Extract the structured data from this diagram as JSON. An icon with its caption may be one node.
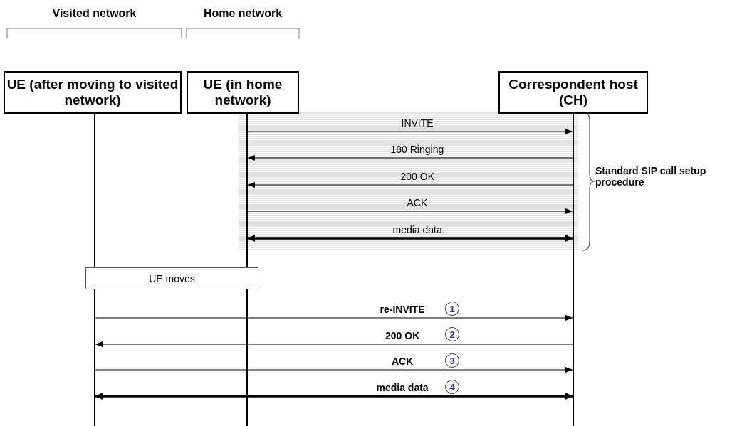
{
  "diagram": {
    "nodes": [
      {
        "text": [
          "UE (after moving to visited network)"
        ]
      },
      {
        "text": [
          "UE (in home network)"
        ]
      },
      {
        "text": [
          "Correspondent host (CH)"
        ]
      },
      {
        "text": [
          "UE moves"
        ]
      }
    ],
    "edges": [
      {
        "from": 1,
        "to": 2,
        "arrow": "to",
        "label": "INVITE"
      },
      {
        "from": 2,
        "to": 1,
        "arrow": "to",
        "label": "180 Ringing"
      },
      {
        "from": 2,
        "to": 1,
        "arrow": "to",
        "label": "200 OK"
      },
      {
        "from": 1,
        "to": 2,
        "arrow": "to",
        "label": "ACK"
      },
      {
        "from": 1,
        "to": 2,
        "arrow": "both",
        "label": "media data",
        "style": "thick"
      },
      {
        "from": 0,
        "to": 2,
        "arrow": "to",
        "label": "re-INVITE"
      },
      {
        "from": 2,
        "to": 0,
        "arrow": "to",
        "label": "200 OK"
      },
      {
        "from": 0,
        "to": 2,
        "arrow": "to",
        "label": "ACK"
      },
      {
        "from": 0,
        "to": 2,
        "arrow": "both",
        "label": "media data",
        "style": "thick"
      }
    ],
    "labels": [
      "Visited network",
      "Home network",
      "Standard SIP call setup procedure",
      "1",
      "2",
      "3",
      "4"
    ]
  }
}
